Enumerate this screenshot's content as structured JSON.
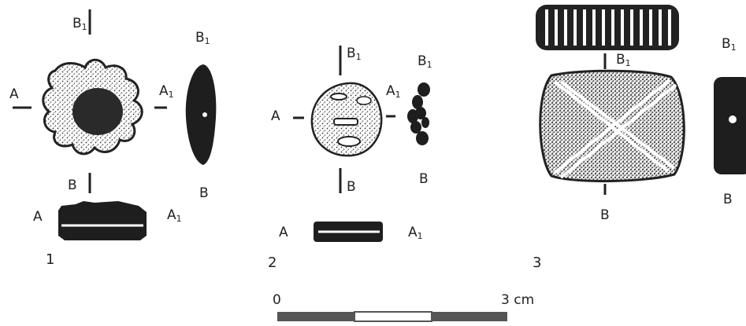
{
  "objects": [
    {
      "number": "1",
      "section_labels": {
        "a": "A",
        "a1": "A",
        "b": "B",
        "b1": "B",
        "sub": "1"
      }
    },
    {
      "number": "2",
      "section_labels": {
        "a": "A",
        "a1": "A",
        "b": "B",
        "b1": "B",
        "sub": "1"
      }
    },
    {
      "number": "3",
      "section_labels": {
        "b": "B",
        "b1": "B",
        "sub": "1"
      }
    }
  ],
  "scale_bar": {
    "start_label": "0",
    "end_label": "3 cm",
    "segments": [
      "dark",
      "light",
      "dark"
    ]
  },
  "colors": {
    "ink": "#222222",
    "paper": "#ffffff",
    "stipple": "#555555",
    "scale_dark": "#555555"
  }
}
